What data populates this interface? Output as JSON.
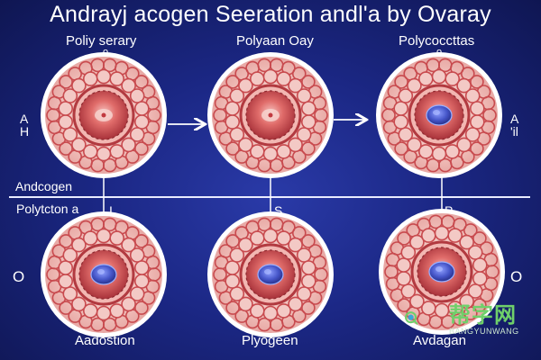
{
  "title": "Andrayj acogen Seeration andl'a by Ovaray",
  "top_labels": [
    "Poliy serary",
    "Polyaan Oay",
    "Polycoccttas"
  ],
  "bottom_labels": [
    "Aadostion",
    "Plyogeen",
    "Avdagan"
  ],
  "row_labels": [
    "Andcogen",
    "Polytcton a"
  ],
  "side_markers": {
    "left_top": "A\nH",
    "right_top": "A\n'il",
    "left_bottom": "O",
    "right_bottom": "O",
    "top_small_1": "o",
    "top_small_3": "o",
    "mid_small_1": "I",
    "mid_small_2": "S",
    "mid_small_3": "P"
  },
  "watermark": {
    "main": "帮字网",
    "sub": "BANGYUNWANG"
  },
  "colors": {
    "background": "#1b2784",
    "cell_outer": "#f4c6c3",
    "cell_ring": "#c84a4e",
    "core": "#d94a4c",
    "nucleus": "#4656c9"
  }
}
